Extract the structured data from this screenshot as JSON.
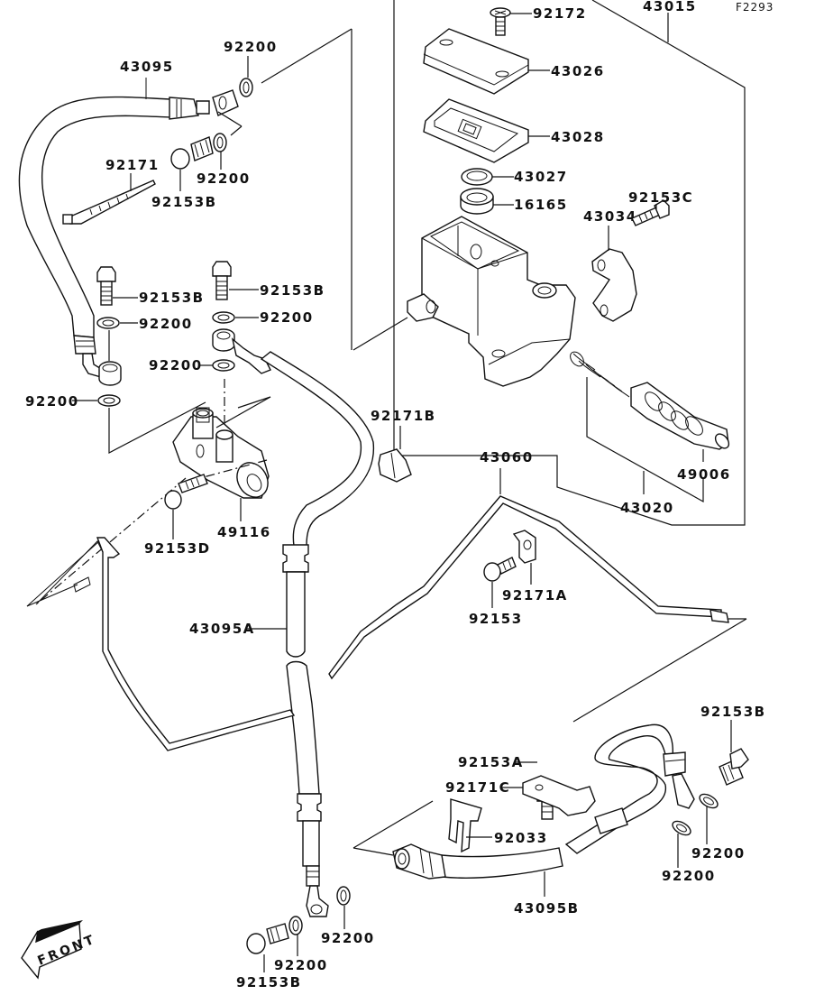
{
  "figure_code": "F2293",
  "orientation_label": "FRONT",
  "parts": {
    "p43015": "43015",
    "p92172": "92172",
    "p43026": "43026",
    "p43028": "43028",
    "p43027": "43027",
    "p16165": "16165",
    "p43034": "43034",
    "p92153C": "92153C",
    "p43095": "43095",
    "p92200_top": "92200",
    "p92171": "92171",
    "p92200_a": "92200",
    "p92153B_a": "92153B",
    "p92153B_b": "92153B",
    "p92200_b": "92200",
    "p92153B_c": "92153B",
    "p92200_c": "92200",
    "p92200_d": "92200",
    "p92200_e": "92200",
    "p92171B": "92171B",
    "p49006": "49006",
    "p43020": "43020",
    "p43060": "43060",
    "p49116": "49116",
    "p92153D": "92153D",
    "p92171A": "92171A",
    "p92153": "92153",
    "p43095A": "43095A",
    "p92153B_d": "92153B",
    "p92153A": "92153A",
    "p92171C": "92171C",
    "p92033": "92033",
    "p92200_f": "92200",
    "p92200_g": "92200",
    "p43095B": "43095B",
    "p92200_h": "92200",
    "p92200_i": "92200",
    "p92153B_e": "92153B"
  }
}
